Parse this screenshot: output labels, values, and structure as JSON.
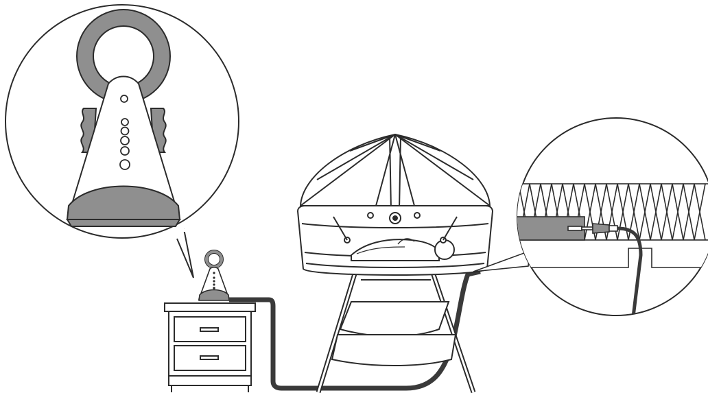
{
  "illustration": {
    "subjects": [
      "monitor-unit-closeup",
      "baby-monitor-on-nightstand",
      "bassinet-with-canopy",
      "sensor-pad-under-mattress-closeup"
    ]
  },
  "palette": {
    "line": "#2b2b2b",
    "fill_gray": "#8f8f8f",
    "fill_light": "#ffffff",
    "cable": "#3a3a3a"
  }
}
